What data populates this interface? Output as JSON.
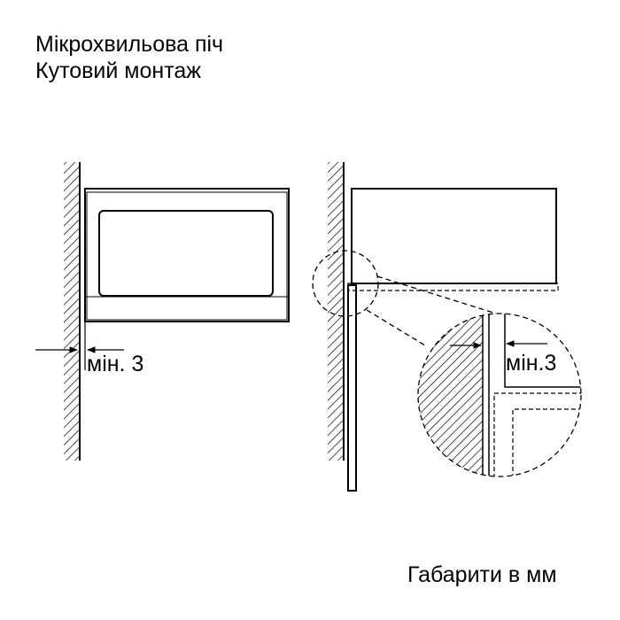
{
  "title_line1": "Мікрохвильова піч",
  "title_line2": "Кутовий монтаж",
  "left_view": {
    "dim_label": "мін. 3"
  },
  "right_view": {
    "detail_dim_label": "мін.3"
  },
  "footer_note": "Габарити в мм"
}
